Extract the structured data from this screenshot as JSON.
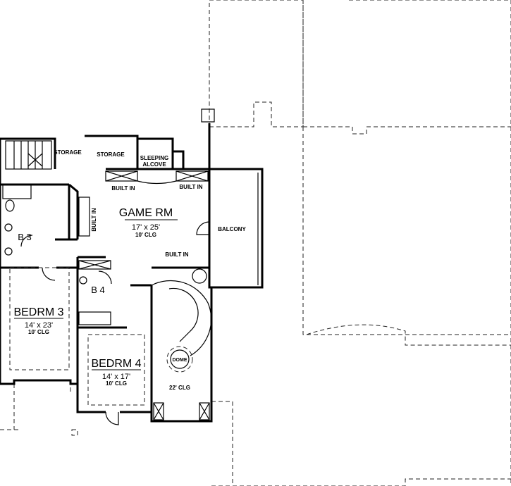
{
  "rooms": {
    "storage_1": "STORAGE",
    "storage_2": "STORAGE",
    "sleeping_alcove_line1": "SLEEPING",
    "sleeping_alcove_line2": "ALCOVE",
    "built_in_top_left": "BUILT IN",
    "built_in_top_right": "BUILT IN",
    "built_in_side": "BUILT IN",
    "built_in_bottom": "BUILT IN",
    "game_rm": {
      "name": "GAME RM",
      "size": "17' x 25'",
      "ceiling": "10' CLG"
    },
    "balcony": "BALCONY",
    "b3": "B 3",
    "b4": "B 4",
    "bedrm3": {
      "name": "BEDRM 3",
      "size": "14' x 23'",
      "ceiling": "10' CLG"
    },
    "bedrm4": {
      "name": "BEDRM 4",
      "size": "14' x 17'",
      "ceiling": "10' CLG"
    },
    "dome": "DOME",
    "stair_ceiling": "22' CLG"
  }
}
